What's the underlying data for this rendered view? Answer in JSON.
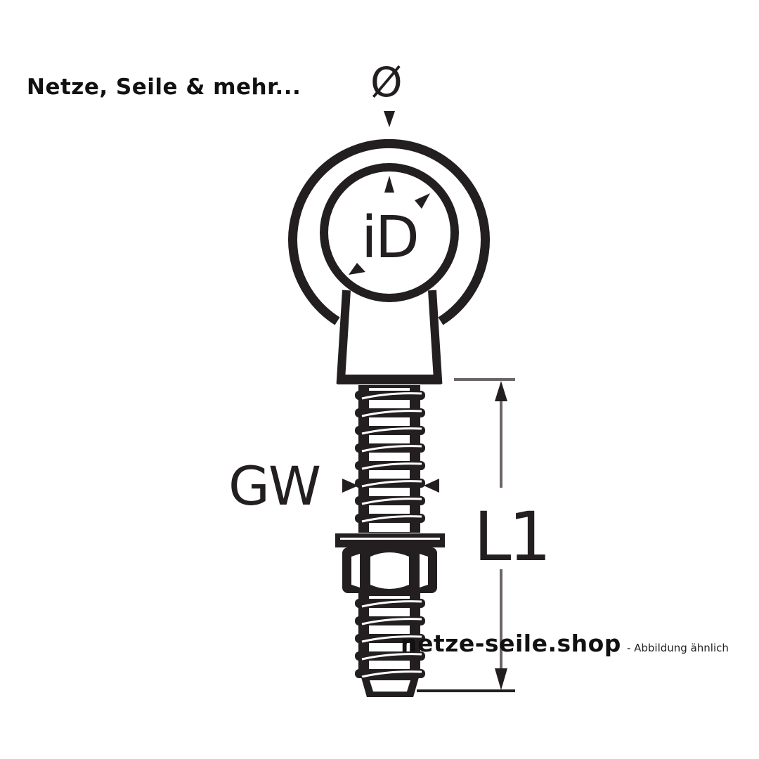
{
  "header": {
    "brand_title": "Netze, Seile & mehr..."
  },
  "diagram": {
    "subject": "eye-bolt-with-nut",
    "labels": {
      "outer_diameter": "Ø",
      "inner_diameter": "iD",
      "thread_width": "GW",
      "length": "L1"
    },
    "colors": {
      "line": "#231f20",
      "dimension_line": "#6d6567",
      "background": "#ffffff"
    }
  },
  "footer": {
    "watermark": "netze-seile.shop",
    "note": "- Abbildung ähnlich"
  }
}
